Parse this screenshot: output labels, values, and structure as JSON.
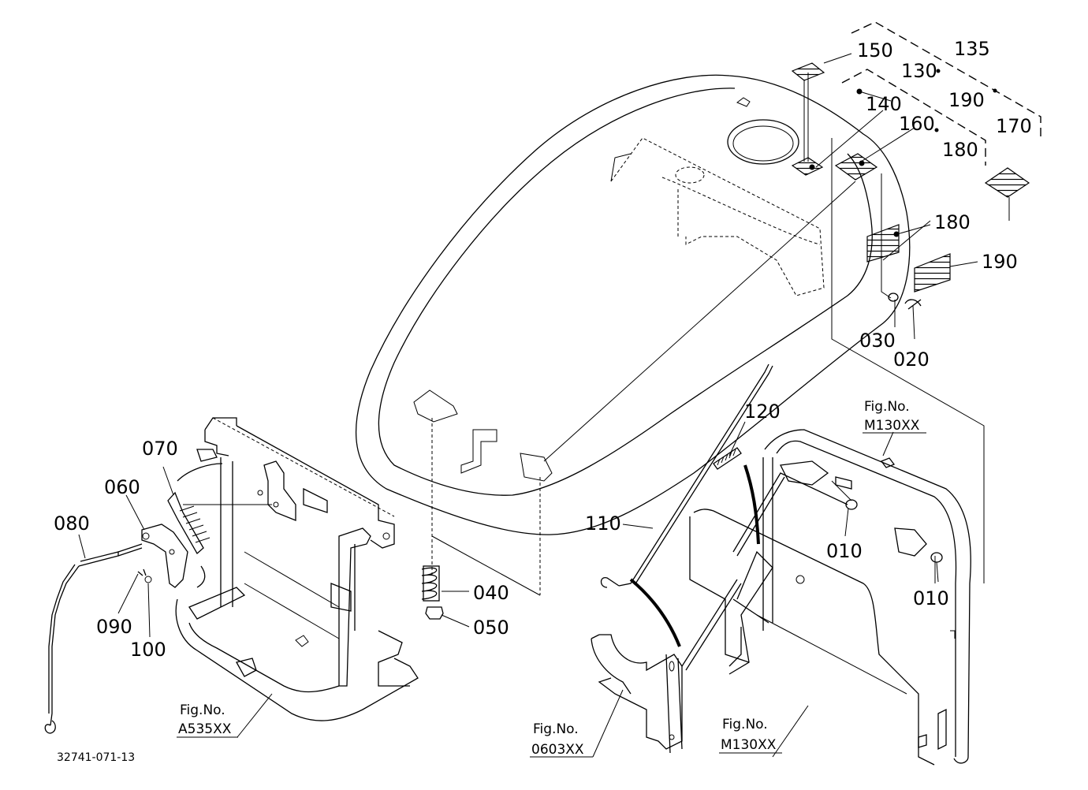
{
  "diagram": {
    "drawing_code": "32741-071-13",
    "part_labels": {
      "p010a": "010",
      "p010b": "010",
      "p020": "020",
      "p030": "030",
      "p040": "040",
      "p050": "050",
      "p060": "060",
      "p070": "070",
      "p080": "080",
      "p090": "090",
      "p100": "100",
      "p110": "110",
      "p120": "120",
      "p130": "130",
      "p135": "135",
      "p140": "140",
      "p150": "150",
      "p160": "160",
      "p170": "170",
      "p180a": "180",
      "p180b": "180",
      "p190a": "190",
      "p190b": "190"
    },
    "figure_refs": {
      "a535": {
        "label": "Fig.No.",
        "number": "A535XX"
      },
      "f0603": {
        "label": "Fig.No.",
        "number": "0603XX"
      },
      "m130_top": {
        "label": "Fig.No.",
        "number": "M130XX"
      },
      "m130_bottom": {
        "label": "Fig.No.",
        "number": "M130XX"
      }
    }
  }
}
